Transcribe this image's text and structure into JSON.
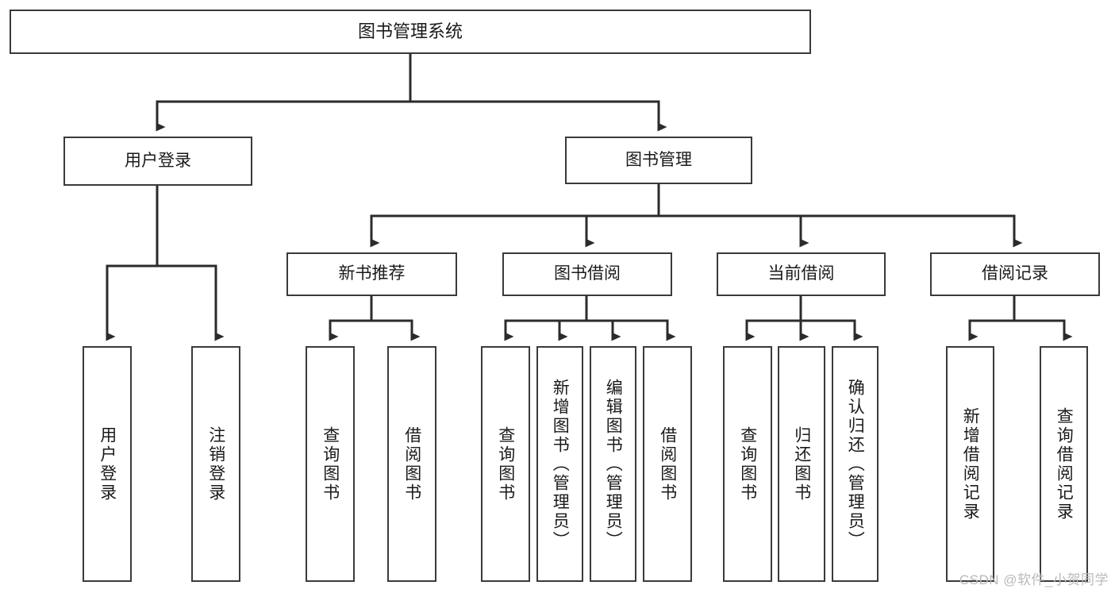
{
  "diagram": {
    "type": "tree-hierarchy",
    "title": "图书管理系统",
    "watermark": "CSDN @软件_小贺同学",
    "colors": {
      "border": "#3a3a3a",
      "background": "#ffffff",
      "text": "#1a1a1a",
      "edge": "#2b2b2b",
      "watermark": "#b9b9b9"
    },
    "nodes": {
      "root": {
        "label": "图书管理系统"
      },
      "level2": [
        {
          "id": "user-login",
          "label": "用户登录"
        },
        {
          "id": "book-manage",
          "label": "图书管理"
        }
      ],
      "level3": [
        {
          "id": "new-book-recommend",
          "label": "新书推荐"
        },
        {
          "id": "book-borrow",
          "label": "图书借阅"
        },
        {
          "id": "current-borrow",
          "label": "当前借阅"
        },
        {
          "id": "borrow-record",
          "label": "借阅记录"
        }
      ],
      "leaves": {
        "user_login": [
          {
            "id": "leaf-user-login",
            "label": "用户登录"
          },
          {
            "id": "leaf-logout-login",
            "label": "注销登录"
          }
        ],
        "new_book_recommend": [
          {
            "id": "leaf-query-book-1",
            "label": "查询图书"
          },
          {
            "id": "leaf-borrow-book-1",
            "label": "借阅图书"
          }
        ],
        "book_borrow": [
          {
            "id": "leaf-query-book-2",
            "label": "查询图书"
          },
          {
            "id": "leaf-add-book",
            "label": "新增图书（管理员）"
          },
          {
            "id": "leaf-edit-book",
            "label": "编辑图书（管理员）"
          },
          {
            "id": "leaf-borrow-book-2",
            "label": "借阅图书"
          }
        ],
        "current_borrow": [
          {
            "id": "leaf-query-book-3",
            "label": "查询图书"
          },
          {
            "id": "leaf-return-book",
            "label": "归还图书"
          },
          {
            "id": "leaf-confirm-return",
            "label": "确认归还（管理员）"
          }
        ],
        "borrow_record": [
          {
            "id": "leaf-add-record",
            "label": "新增借阅记录"
          },
          {
            "id": "leaf-query-record",
            "label": "查询借阅记录"
          }
        ]
      }
    }
  }
}
